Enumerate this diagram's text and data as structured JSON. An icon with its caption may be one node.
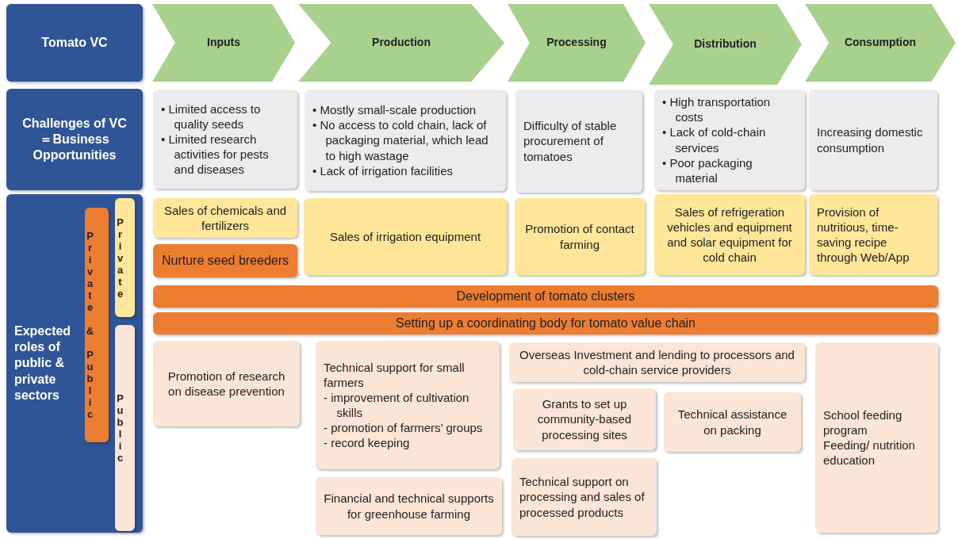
{
  "diagram": {
    "nodes": [
      {
        "text": [
          "Tomato VC"
        ]
      },
      {
        "text": [
          "Inputs"
        ]
      },
      {
        "text": [
          "Production"
        ]
      },
      {
        "text": [
          "Processing"
        ]
      },
      {
        "text": [
          "Distribution"
        ]
      },
      {
        "text": [
          "Consumption"
        ]
      },
      {
        "text": [
          "Challenges of VC ＝Business Opportunities"
        ]
      },
      {
        "text": [
          "• Limited access to quality seeds",
          "• Limited research activities for pests and diseases"
        ]
      },
      {
        "text": [
          "• Mostly small-scale production",
          "• No access to cold chain, lack of packaging material, which lead to high wastage",
          "• Lack of irrigation facilities"
        ]
      },
      {
        "text": [
          "Difficulty of stable procurement of tomatoes"
        ]
      },
      {
        "text": [
          "• High transportation costs",
          "• Lack of cold-chain services",
          "• Poor packaging material"
        ]
      },
      {
        "text": [
          "Increasing domestic consumption"
        ]
      },
      {
        "text": [
          "Expected roles of public & private sectors"
        ]
      },
      {
        "text": [
          "Private & Public"
        ],
        "in": 12
      },
      {
        "text": [
          "Private"
        ],
        "in": 12
      },
      {
        "text": [
          "Public"
        ],
        "in": 12
      },
      {
        "text": [
          "Sales of chemicals and fertilizers"
        ]
      },
      {
        "text": [
          "Nurture seed breeders"
        ]
      },
      {
        "text": [
          "Sales of irrigation equipment"
        ]
      },
      {
        "text": [
          "Promotion of contact farming"
        ]
      },
      {
        "text": [
          "Sales of refrigeration vehicles and equipment and solar equipment for cold chain"
        ]
      },
      {
        "text": [
          "Provision of nutritious, time-saving recipe through Web/App"
        ]
      },
      {
        "text": [
          "Development of tomato clusters"
        ]
      },
      {
        "text": [
          "Setting up a coordinating body for tomato value chain"
        ]
      },
      {
        "text": [
          "Promotion of research on disease prevention"
        ]
      },
      {
        "text": [
          "Technical support for small farmers",
          "- improvement of cultivation skills",
          "- promotion of farmers’ groups",
          "- record keeping"
        ]
      },
      {
        "text": [
          "Overseas Investment and lending to processors and cold-chain service providers"
        ]
      },
      {
        "text": [
          "Grants to set up community-based processing sites"
        ]
      },
      {
        "text": [
          "Technical assistance on packing"
        ]
      },
      {
        "text": [
          "School feeding program",
          "Feeding/ nutrition education"
        ]
      },
      {
        "text": [
          "Financial and technical supports for greenhouse farming"
        ]
      },
      {
        "text": [
          "Technical support on processing and sales of processed products"
        ]
      }
    ],
    "edges": []
  }
}
